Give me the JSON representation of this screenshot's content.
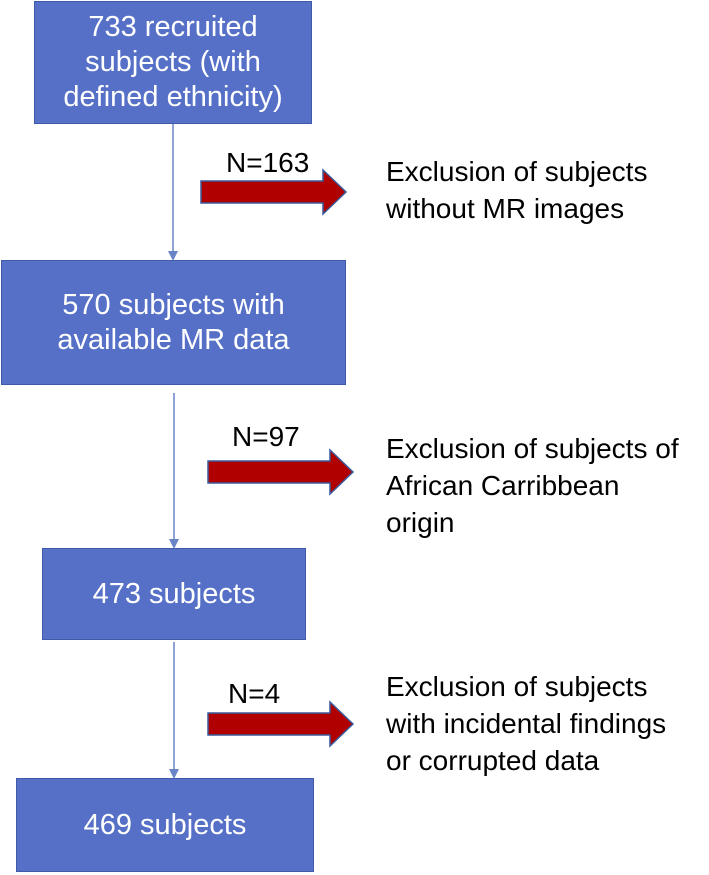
{
  "boxes": [
    {
      "text": "733 recruited\nsubjects (with\ndefined ethnicity)"
    },
    {
      "text": "570 subjects with\navailable  MR data"
    },
    {
      "text": "473 subjects"
    },
    {
      "text": "469 subjects"
    }
  ],
  "exclusions": [
    {
      "count": "N=163",
      "text": "Exclusion of subjects\nwithout MR images"
    },
    {
      "count": "N=97",
      "text": "Exclusion of subjects of\nAfrican Carribbean\norigin"
    },
    {
      "count": "N=4",
      "text": "Exclusion of subjects\nwith incidental findings\nor corrupted data"
    }
  ],
  "colors": {
    "box_fill": "#5570c6",
    "box_border": "#3f5aa6",
    "connector": "#6a84c8",
    "arrow_fill": "#b00000",
    "arrow_stroke": "#3a5a9a"
  }
}
